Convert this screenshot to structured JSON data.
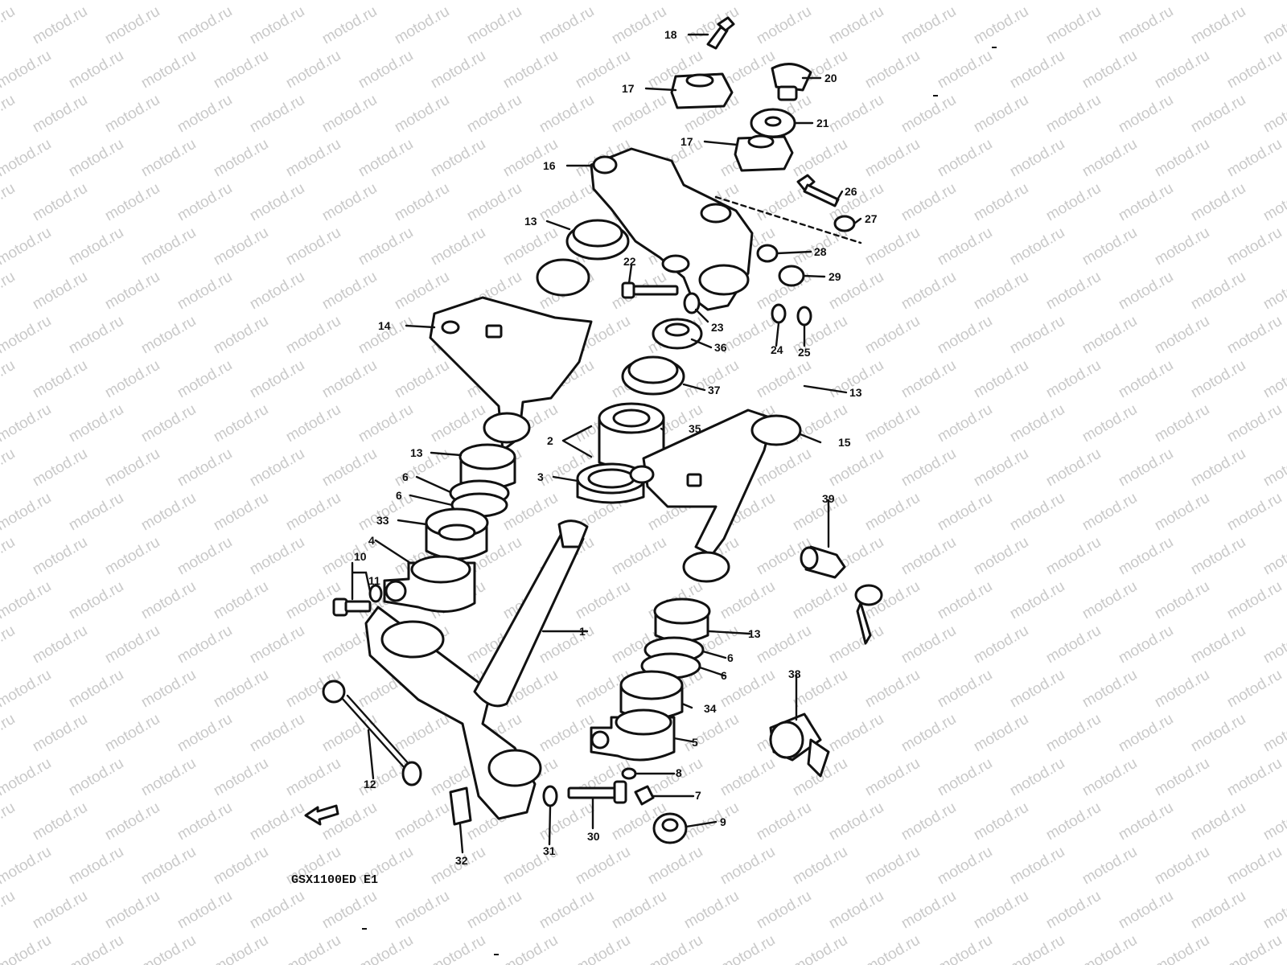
{
  "watermark": {
    "text": "motod.ru",
    "color": "#c9c9c9"
  },
  "model_code": "GSX1100ED E1",
  "front_arrow_icon": "front-direction-arrow-icon",
  "callouts": [
    {
      "id": "c18",
      "label": "18"
    },
    {
      "id": "c17a",
      "label": "17"
    },
    {
      "id": "c20",
      "label": "20"
    },
    {
      "id": "c21",
      "label": "21"
    },
    {
      "id": "c17b",
      "label": "17"
    },
    {
      "id": "c16",
      "label": "16"
    },
    {
      "id": "c26",
      "label": "26"
    },
    {
      "id": "c27",
      "label": "27"
    },
    {
      "id": "c13a",
      "label": "13"
    },
    {
      "id": "c28",
      "label": "28"
    },
    {
      "id": "c22",
      "label": "22"
    },
    {
      "id": "c29",
      "label": "29"
    },
    {
      "id": "c14",
      "label": "14"
    },
    {
      "id": "c23",
      "label": "23"
    },
    {
      "id": "c24",
      "label": "24"
    },
    {
      "id": "c25",
      "label": "25"
    },
    {
      "id": "c36",
      "label": "36"
    },
    {
      "id": "c37",
      "label": "37"
    },
    {
      "id": "c13b",
      "label": "13"
    },
    {
      "id": "c35",
      "label": "35"
    },
    {
      "id": "c2",
      "label": "2"
    },
    {
      "id": "c15",
      "label": "15"
    },
    {
      "id": "c13c",
      "label": "13"
    },
    {
      "id": "c6a",
      "label": "6"
    },
    {
      "id": "c3",
      "label": "3"
    },
    {
      "id": "c6b",
      "label": "6"
    },
    {
      "id": "c33",
      "label": "33"
    },
    {
      "id": "c39",
      "label": "39"
    },
    {
      "id": "c4",
      "label": "4"
    },
    {
      "id": "c10",
      "label": "10"
    },
    {
      "id": "c11",
      "label": "11"
    },
    {
      "id": "c1",
      "label": "1"
    },
    {
      "id": "c13d",
      "label": "13"
    },
    {
      "id": "c6c",
      "label": "6"
    },
    {
      "id": "c6d",
      "label": "6"
    },
    {
      "id": "c38",
      "label": "38"
    },
    {
      "id": "c34",
      "label": "34"
    },
    {
      "id": "c5",
      "label": "5"
    },
    {
      "id": "c12",
      "label": "12"
    },
    {
      "id": "c8",
      "label": "8"
    },
    {
      "id": "c7",
      "label": "7"
    },
    {
      "id": "c9",
      "label": "9"
    },
    {
      "id": "c30",
      "label": "30"
    },
    {
      "id": "c31",
      "label": "31"
    },
    {
      "id": "c32",
      "label": "32"
    }
  ]
}
